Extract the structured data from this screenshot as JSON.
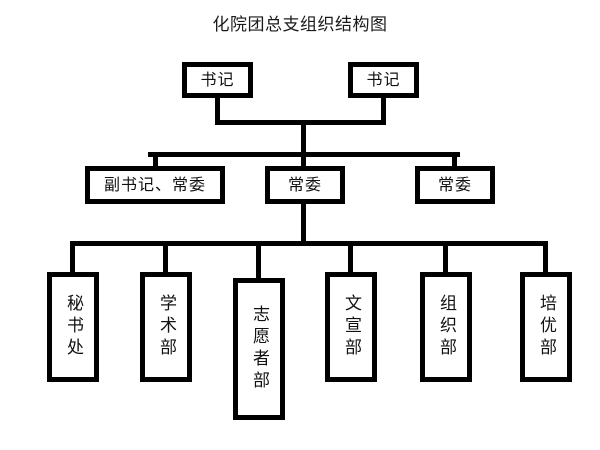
{
  "chart_data": {
    "type": "diagram",
    "diagram_kind": "organizational-chart",
    "title": "化院团总支组织结构图",
    "orientation": "top-down",
    "levels": [
      {
        "level": 1,
        "nodes": [
          {
            "id": "n1",
            "label": "书记",
            "text_direction": "horizontal"
          },
          {
            "id": "n2",
            "label": "书记",
            "text_direction": "horizontal"
          }
        ]
      },
      {
        "level": 2,
        "nodes": [
          {
            "id": "n3",
            "label": "副书记、常委",
            "text_direction": "horizontal"
          },
          {
            "id": "n4",
            "label": "常委",
            "text_direction": "horizontal"
          },
          {
            "id": "n5",
            "label": "常委",
            "text_direction": "horizontal"
          }
        ]
      },
      {
        "level": 3,
        "nodes": [
          {
            "id": "n6",
            "label": "秘书处",
            "text_direction": "vertical"
          },
          {
            "id": "n7",
            "label": "学术部",
            "text_direction": "vertical"
          },
          {
            "id": "n8",
            "label": "志愿者部",
            "text_direction": "vertical"
          },
          {
            "id": "n9",
            "label": "文宣部",
            "text_direction": "vertical"
          },
          {
            "id": "n10",
            "label": "组织部",
            "text_direction": "vertical"
          },
          {
            "id": "n11",
            "label": "培优部",
            "text_direction": "vertical"
          }
        ]
      }
    ],
    "edges": [
      {
        "from": "n1",
        "to": "bus-1"
      },
      {
        "from": "n2",
        "to": "bus-1"
      },
      {
        "from": "bus-1",
        "to": "bus-2"
      },
      {
        "from": "bus-2",
        "to": "n3"
      },
      {
        "from": "bus-2",
        "to": "n4"
      },
      {
        "from": "bus-2",
        "to": "n5"
      },
      {
        "from": "bus-2",
        "to": "bus-3"
      },
      {
        "from": "bus-3",
        "to": "n6"
      },
      {
        "from": "bus-3",
        "to": "n7"
      },
      {
        "from": "bus-3",
        "to": "n8"
      },
      {
        "from": "bus-3",
        "to": "n9"
      },
      {
        "from": "bus-3",
        "to": "n10"
      },
      {
        "from": "bus-3",
        "to": "n11"
      }
    ],
    "colors": {
      "background": "#ffffff",
      "box_border": "#000000",
      "box_fill": "#ffffff",
      "connector": "#000000",
      "text": "#111111"
    }
  }
}
